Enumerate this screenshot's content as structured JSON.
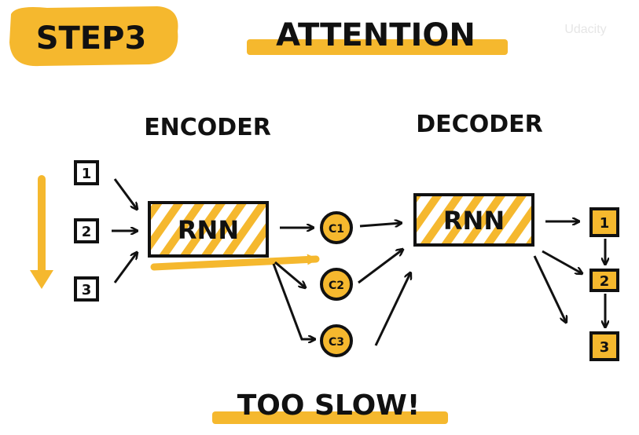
{
  "colors": {
    "accent": "#F5B82E",
    "ink": "#111111",
    "paper": "#FFFFFF"
  },
  "header": {
    "step_label": "STEP3",
    "title": "ATTENTION",
    "watermark": "Udacity"
  },
  "encoder": {
    "heading": "ENCODER",
    "inputs": [
      "1",
      "2",
      "3"
    ],
    "rnn_label": "RNN"
  },
  "context": {
    "vectors": [
      "C1",
      "C2",
      "C3"
    ]
  },
  "decoder": {
    "heading": "DECODER",
    "rnn_label": "RNN",
    "outputs": [
      "1",
      "2",
      "3"
    ]
  },
  "footer": {
    "caption": "TOO SLOW!"
  }
}
